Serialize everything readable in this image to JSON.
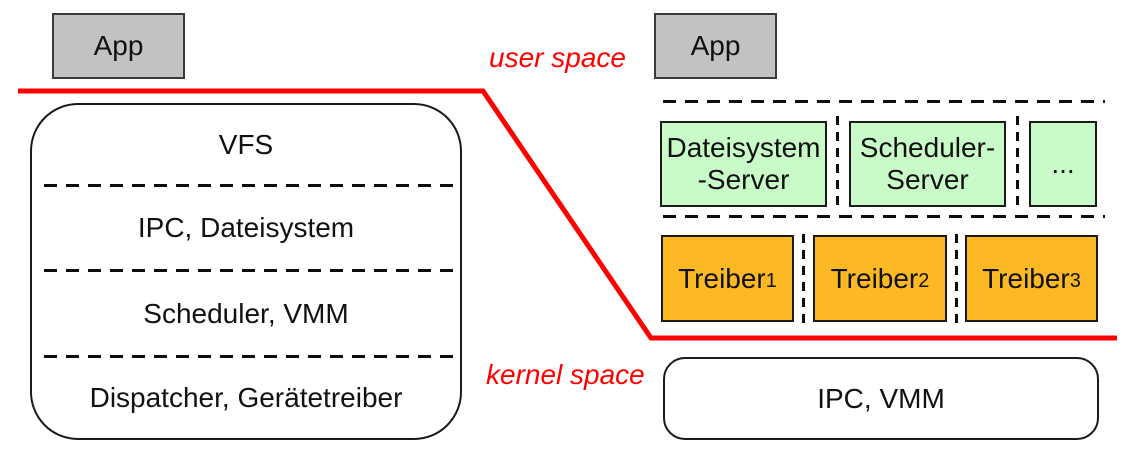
{
  "labels": {
    "user_space": "user space",
    "kernel_space": "kernel space"
  },
  "left_diagram": {
    "app_label": "App",
    "kernel_layers": [
      "VFS",
      "IPC, Dateisystem",
      "Scheduler, VMM",
      "Dispatcher, Gerätetreiber"
    ]
  },
  "right_diagram": {
    "app_label": "App",
    "servers": [
      {
        "line1": "Dateisystem",
        "line2": "-Server"
      },
      {
        "line1": "Scheduler-",
        "line2": "Server"
      },
      {
        "line1": "..."
      }
    ],
    "drivers": [
      {
        "name": "Treiber",
        "sub": "1"
      },
      {
        "name": "Treiber",
        "sub": "2"
      },
      {
        "name": "Treiber",
        "sub": "3"
      }
    ],
    "kernel_box_label": "IPC, VMM"
  },
  "colors": {
    "app_fill": "#c2c2c2",
    "server_fill": "#c9fbc9",
    "driver_fill": "#fdb924",
    "boundary_red": "#ff0000",
    "line_black": "#0d0d0d"
  }
}
